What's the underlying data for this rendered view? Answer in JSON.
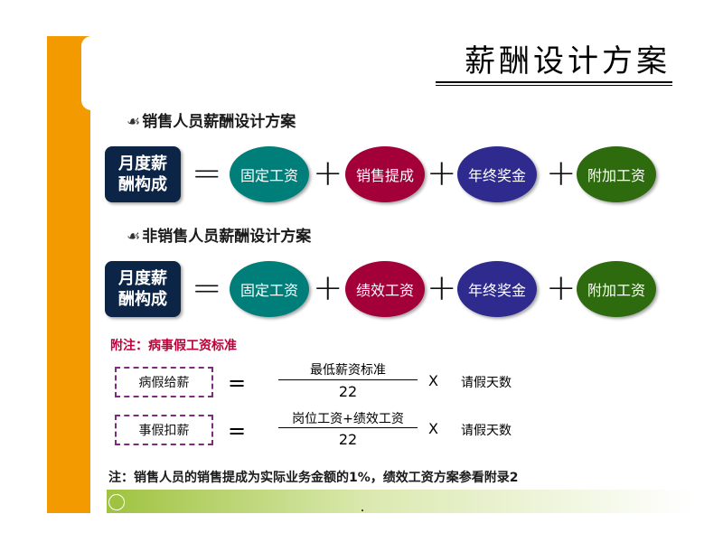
{
  "title": "薪酬设计方案",
  "sales_section": {
    "bullet": "☙",
    "heading": "销售人员薪酬设计方案",
    "lhs": "月度薪酬构成",
    "equals": "=",
    "plus": "+",
    "components": [
      "固定工资",
      "销售提成",
      "年终奖金",
      "附加工资"
    ]
  },
  "nonsales_section": {
    "bullet": "☙",
    "heading": "非销售人员薪酬设计方案",
    "lhs": "月度薪酬构成",
    "equals": "=",
    "plus": "+",
    "components": [
      "固定工资",
      "绩效工资",
      "年终奖金",
      "附加工资"
    ]
  },
  "appendix": {
    "heading": "附注：病事假工资标准",
    "rows": [
      {
        "label": "病假给薪",
        "equals": "=",
        "numerator": "最低薪资标准",
        "denominator": "22",
        "times": "X",
        "multiplier": "请假天数"
      },
      {
        "label": "事假扣薪",
        "equals": "=",
        "numerator": "岗位工资+绩效工资",
        "denominator": "22",
        "times": "X",
        "multiplier": "请假天数"
      }
    ]
  },
  "footnote": "注：销售人员的销售提成为实际业务金额的1%，绩效工资方案参看附录2",
  "colors": {
    "orange": "#f39a00",
    "navy": "#0c2446",
    "teal": "#007e7a",
    "crimson": "#a3003a",
    "indigo": "#2f2a8e",
    "green": "#2e6b0e",
    "dash": "#7b2c7b",
    "note_red": "#c0003a"
  }
}
